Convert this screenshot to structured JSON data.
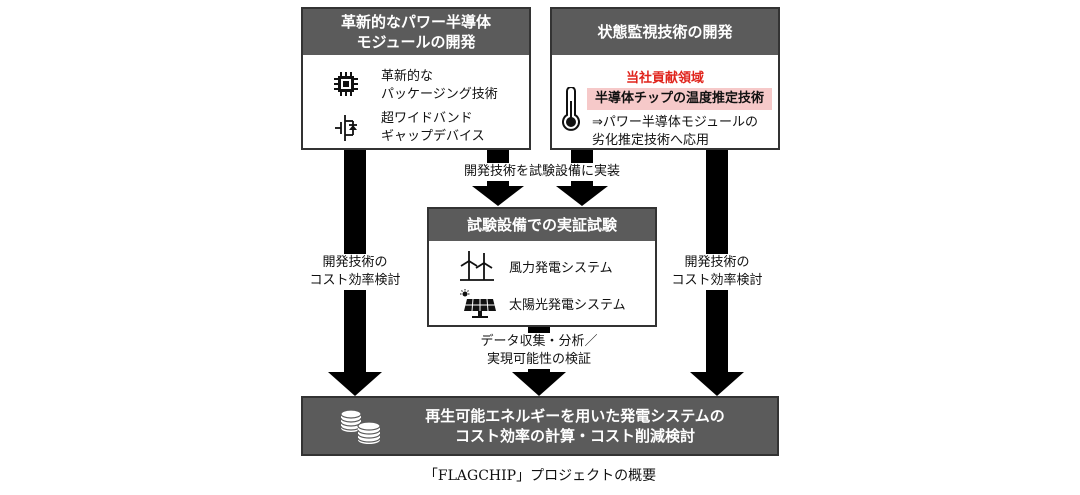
{
  "left_box": {
    "header": "革新的なパワー半導体\nモジュールの開発",
    "items": [
      {
        "label": "革新的な\nパッケージング技術",
        "icon": "chip-icon"
      },
      {
        "label": "超ワイドバンド\nギャップデバイス",
        "icon": "transistor-icon"
      }
    ]
  },
  "right_box": {
    "header": "状態監視技術の開発",
    "accent_label": "当社貢献領域",
    "highlight": "半導体チップの温度推定技術",
    "note": "⇒パワー半導体モジュールの\n劣化推定技術へ応用",
    "icon": "thermometer-icon"
  },
  "center_box": {
    "header": "試験設備での実証試験",
    "items": [
      {
        "label": "風力発電システム",
        "icon": "wind-turbine-icon"
      },
      {
        "label": "太陽光発電システム",
        "icon": "solar-panel-icon"
      }
    ]
  },
  "bottom_box": {
    "text": "再生可能エネルギーを用いた発電システムの\nコスト効率の計算・コスト削減検討",
    "icon": "coins-icon"
  },
  "arrows": {
    "implement_label": "開発技術を試験設備に実装",
    "left_label": "開発技術の\nコスト効率検討",
    "right_label": "開発技術の\nコスト効率検討",
    "data_label": "データ収集・分析／\n実現可能性の検証"
  },
  "caption": "「FLAGCHIP」プロジェクトの概要",
  "colors": {
    "header_bg": "#5b5b5b",
    "accent_red": "#e0241c",
    "highlight_bg": "#f6c9c9",
    "arrow": "#000000"
  }
}
